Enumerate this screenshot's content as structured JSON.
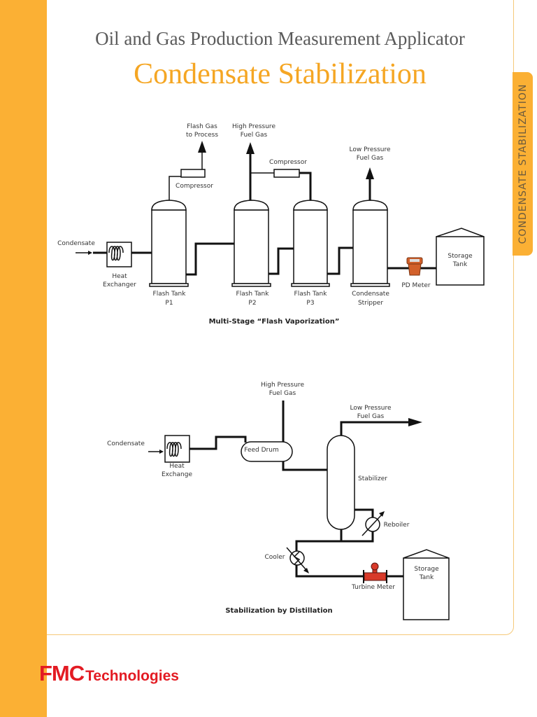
{
  "header": {
    "title": "Oil and Gas Production Measurement Applicator",
    "subtitle": "Condensate Stabilization",
    "side_tab": "CONDENSATE STABILIZATION"
  },
  "colors": {
    "accent": "#FBB034",
    "subtitle": "#F5A623",
    "brand": "#E31B23",
    "meter_pd": "#D2602A",
    "meter_turbine": "#D83A2A"
  },
  "diagram1": {
    "caption": "Multi-Stage “Flash Vaporization”",
    "condensate": "Condensate",
    "heat_exchanger": [
      "Heat",
      "Exchanger"
    ],
    "flash_gas": [
      "Flash Gas",
      "to Process"
    ],
    "hp_fuel_gas": [
      "High Pressure",
      "Fuel Gas"
    ],
    "lp_fuel_gas": [
      "Low Pressure",
      "Fuel Gas"
    ],
    "compressor1": "Compressor",
    "compressor2": "Compressor",
    "tank1": [
      "Flash Tank",
      "P1"
    ],
    "tank2": [
      "Flash Tank",
      "P2"
    ],
    "tank3": [
      "Flash Tank",
      "P3"
    ],
    "stripper": [
      "Condensate",
      "Stripper"
    ],
    "meter": "PD Meter",
    "storage": [
      "Storage",
      "Tank"
    ]
  },
  "diagram2": {
    "caption": "Stabilization by Distillation",
    "condensate": "Condensate",
    "heat_exchanger": [
      "Heat",
      "Exchange"
    ],
    "feed_drum": "Feed Drum",
    "hp_fuel_gas": [
      "High Pressure",
      "Fuel Gas"
    ],
    "lp_fuel_gas": [
      "Low Pressure",
      "Fuel Gas"
    ],
    "stabilizer": "Stabilizer",
    "reboiler": "Reboiler",
    "cooler": "Cooler",
    "meter": "Turbine Meter",
    "storage": [
      "Storage",
      "Tank"
    ]
  },
  "footer": {
    "logo_fmc": "FMC",
    "logo_tech": "Technologies"
  }
}
